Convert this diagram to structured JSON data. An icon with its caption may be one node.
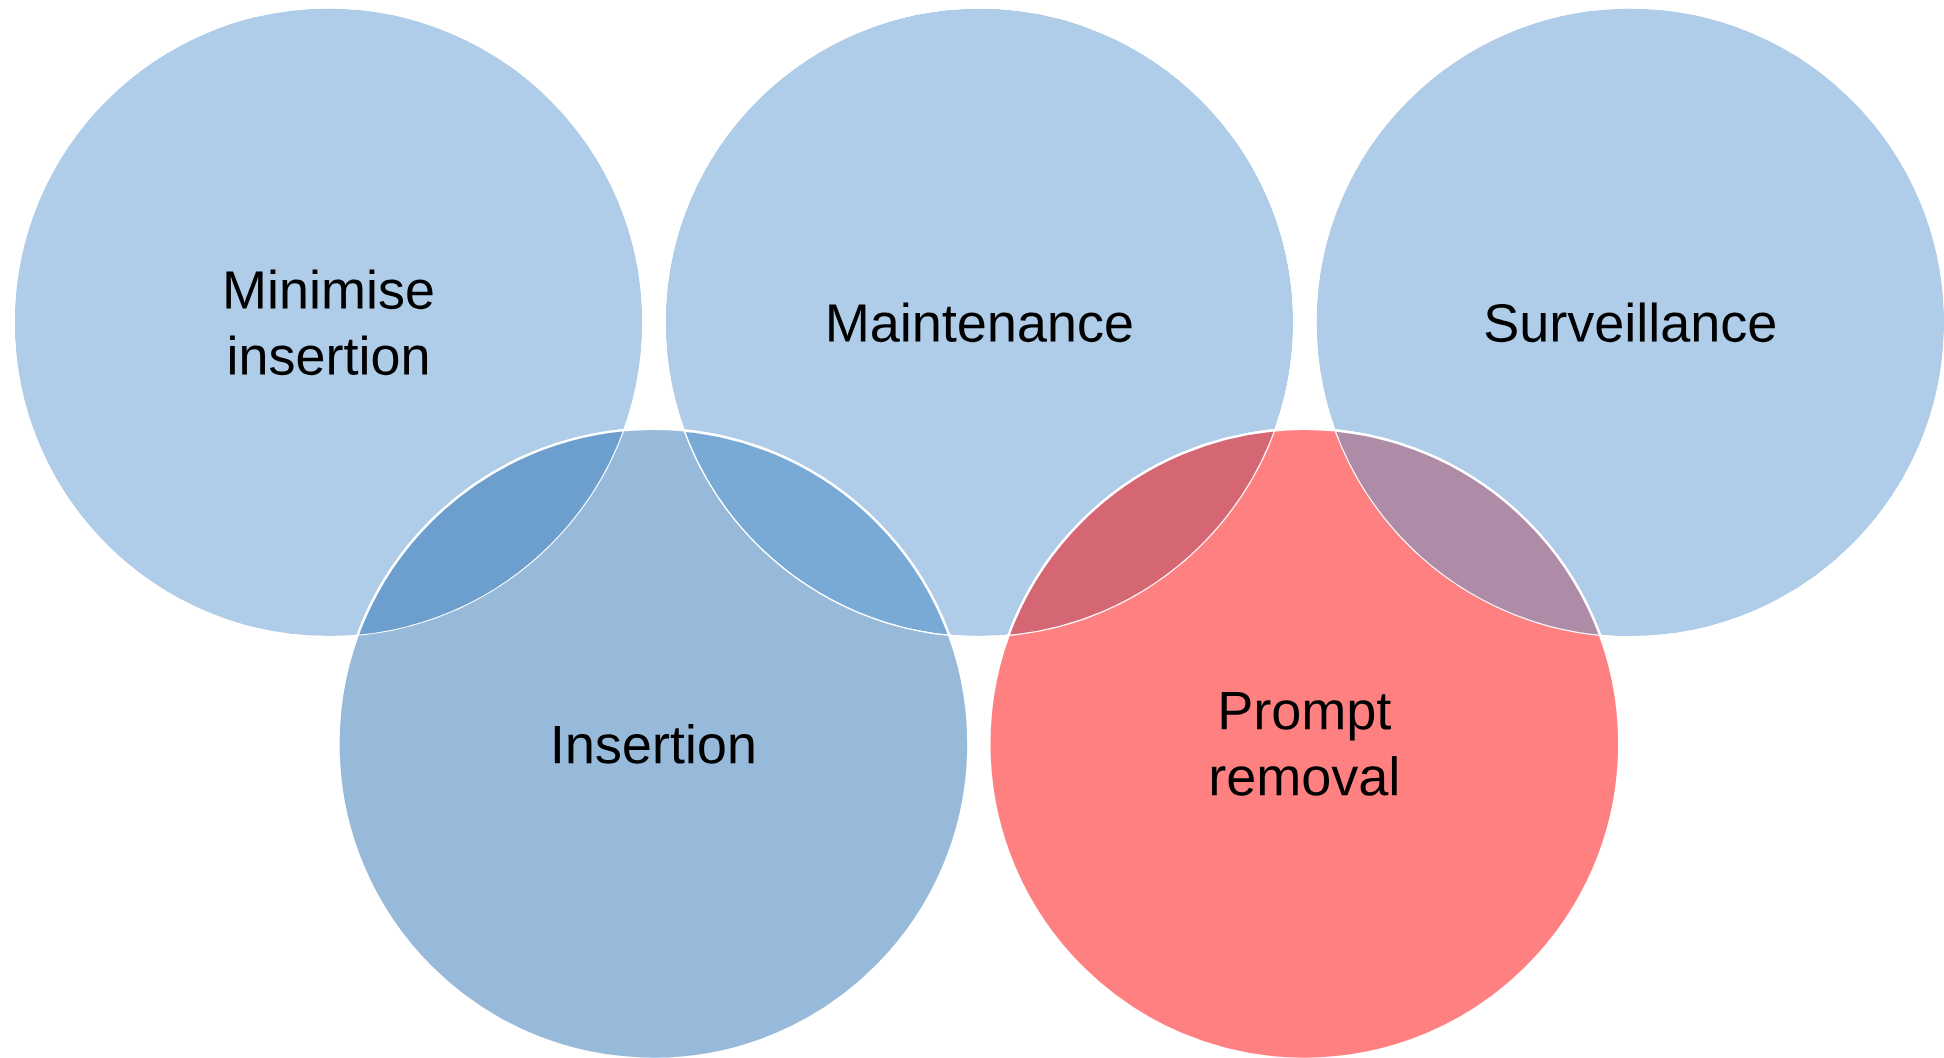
{
  "diagram": {
    "nodes": [
      {
        "text": [
          "Minimise insertion"
        ]
      },
      {
        "text": [
          "Maintenance"
        ]
      },
      {
        "text": [
          "Surveillance"
        ]
      },
      {
        "text": [
          "Insertion"
        ]
      },
      {
        "text": [
          "Prompt removal"
        ]
      }
    ]
  }
}
